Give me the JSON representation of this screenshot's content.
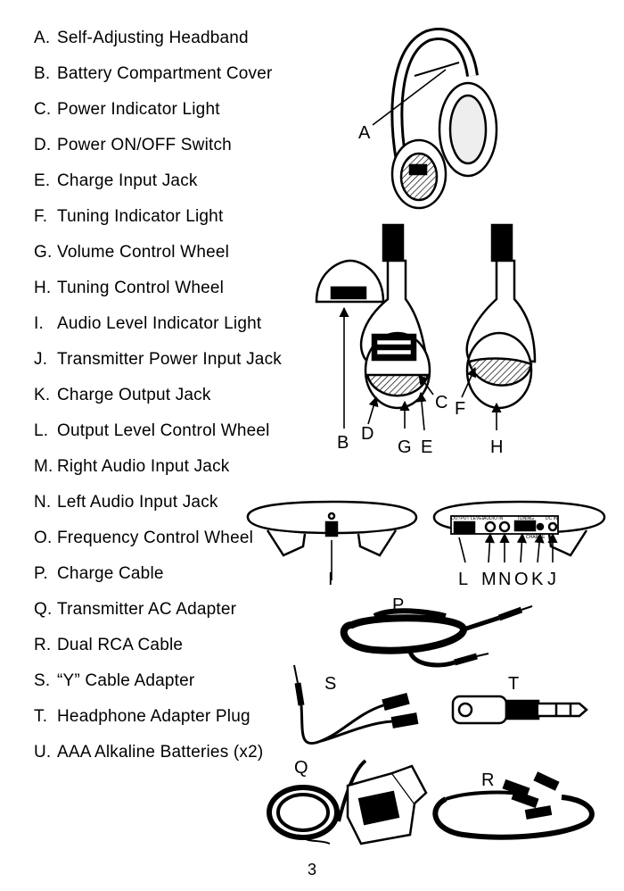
{
  "parts": [
    {
      "letter": "A.",
      "name": "Self-Adjusting Headband"
    },
    {
      "letter": "B.",
      "name": "Battery Compartment Cover"
    },
    {
      "letter": "C.",
      "name": "Power Indicator Light"
    },
    {
      "letter": "D.",
      "name": "Power ON/OFF Switch"
    },
    {
      "letter": "E.",
      "name": "Charge Input Jack"
    },
    {
      "letter": "F.",
      "name": "Tuning Indicator Light"
    },
    {
      "letter": "G.",
      "name": "Volume Control Wheel"
    },
    {
      "letter": "H.",
      "name": "Tuning Control Wheel"
    },
    {
      "letter": "I.",
      "name": "Audio Level Indicator Light"
    },
    {
      "letter": "J.",
      "name": "Transmitter Power Input Jack"
    },
    {
      "letter": "K.",
      "name": "Charge Output Jack"
    },
    {
      "letter": "L.",
      "name": "Output Level Control Wheel"
    },
    {
      "letter": "M.",
      "name": "Right Audio Input Jack"
    },
    {
      "letter": "N.",
      "name": "Left Audio Input Jack"
    },
    {
      "letter": "O.",
      "name": "Frequency Control Wheel"
    },
    {
      "letter": "P.",
      "name": "Charge Cable"
    },
    {
      "letter": "Q.",
      "name": "Transmitter AC Adapter"
    },
    {
      "letter": "R.",
      "name": "Dual RCA Cable"
    },
    {
      "letter": "S.",
      "name": "“Y” Cable Adapter"
    },
    {
      "letter": "T.",
      "name": "Headphone Adapter Plug"
    },
    {
      "letter": "U.",
      "name": "AAA Alkaline Batteries (x2)"
    }
  ],
  "callouts": {
    "a": "A",
    "b": "B",
    "c": "C",
    "d": "D",
    "e": "E",
    "f": "F",
    "g": "G",
    "h": "H",
    "i": "I",
    "j": "J",
    "k": "K",
    "l": "L",
    "m": "M",
    "n": "N",
    "o": "O",
    "p": "P",
    "q": "Q",
    "r": "R",
    "s": "S",
    "t": "T"
  },
  "transmitter_panel": {
    "output_level": "OUTPUT LEVEL",
    "audio_in": "AUDIO IN",
    "tuning": "TUNING",
    "dc_in": "DC IN",
    "charge": "CHARGE"
  },
  "page_number": "3"
}
